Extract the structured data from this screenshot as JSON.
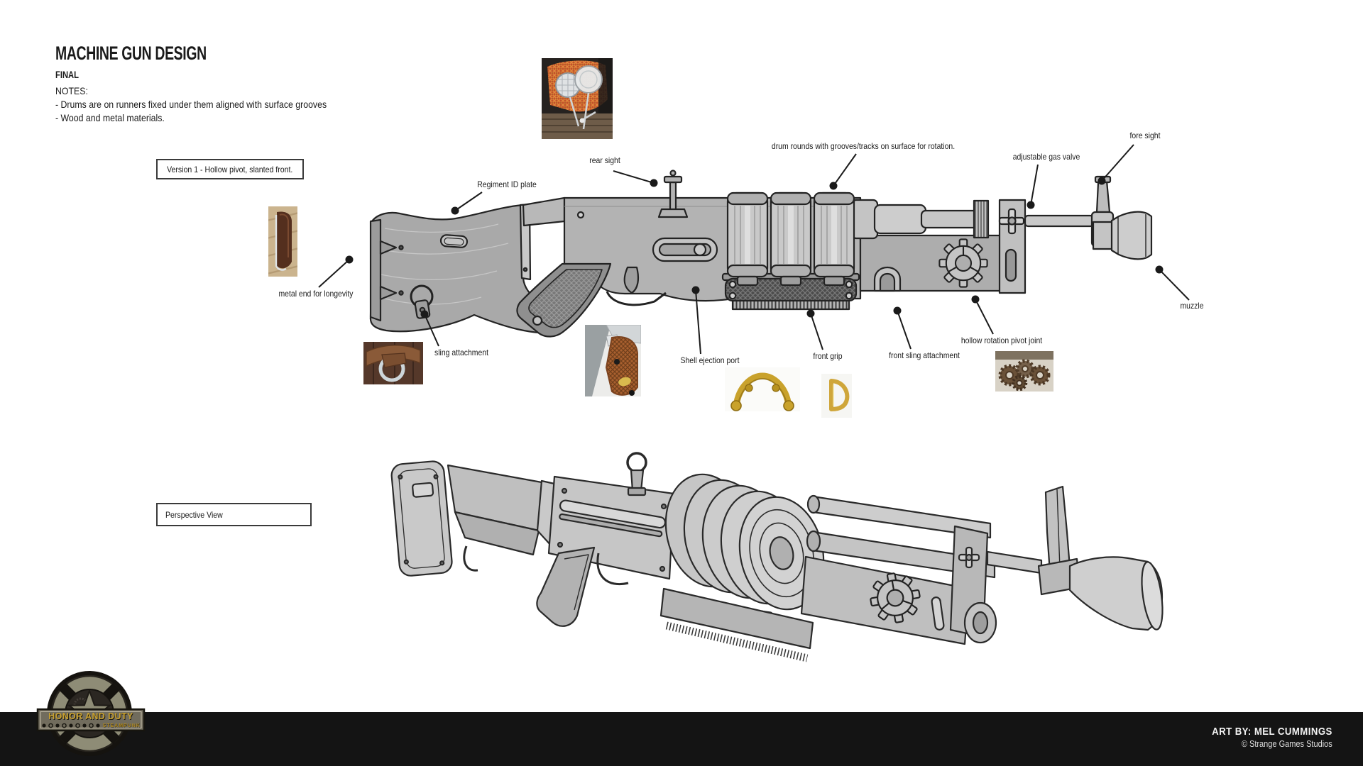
{
  "header": {
    "title": "MACHINE GUN DESIGN",
    "status": "FINAL",
    "notes_heading": "NOTES:",
    "notes": [
      "- Drums are on runners fixed under them aligned with surface grooves",
      "- Wood and metal materials."
    ]
  },
  "annotation_boxes": {
    "version": "Version 1 - Hollow pivot, slanted front.",
    "perspective": "Perspective View"
  },
  "callouts": [
    {
      "id": "rear-sight",
      "text": "rear sight"
    },
    {
      "id": "regiment-id-plate",
      "text": "Regiment ID plate"
    },
    {
      "id": "metal-end-for-longevity",
      "text": "metal end for longevity"
    },
    {
      "id": "sling-attachment",
      "text": "sling attachment"
    },
    {
      "id": "drum-rounds",
      "text": "drum rounds with grooves/tracks on surface for rotation."
    },
    {
      "id": "adjustable-gas-valve",
      "text": "adjustable gas valve"
    },
    {
      "id": "fore-sight",
      "text": "fore sight"
    },
    {
      "id": "muzzle",
      "text": "muzzle"
    },
    {
      "id": "shell-ejection-port",
      "text": "Shell ejection port"
    },
    {
      "id": "front-grip",
      "text": "front grip"
    },
    {
      "id": "front-sling-attachment",
      "text": "front sling attachment"
    },
    {
      "id": "hollow-rotation-pivot-joint",
      "text": "hollow rotation pivot joint"
    }
  ],
  "illustrations": [
    "side-view-machine-gun",
    "perspective-view-machine-gun"
  ],
  "reference_photos": [
    "ring-sights-photo",
    "wood-buttplate-photo",
    "leather-sling-ring-photo",
    "wooden-grip-photo",
    "brass-front-grip-photo",
    "brass-d-ring-photo",
    "gears-photo"
  ],
  "logo": {
    "line1": "HONOR AND DUTY",
    "line2": "STEAMPUNK"
  },
  "footer": {
    "art_by": "ART BY: MEL CUMMINGS",
    "copyright": "© Strange Games Studios"
  },
  "colors": {
    "background": "#ffffff",
    "ink": "#1a1a1a",
    "footer_bar": "#141414",
    "logo_gold": "#c8a02e"
  }
}
